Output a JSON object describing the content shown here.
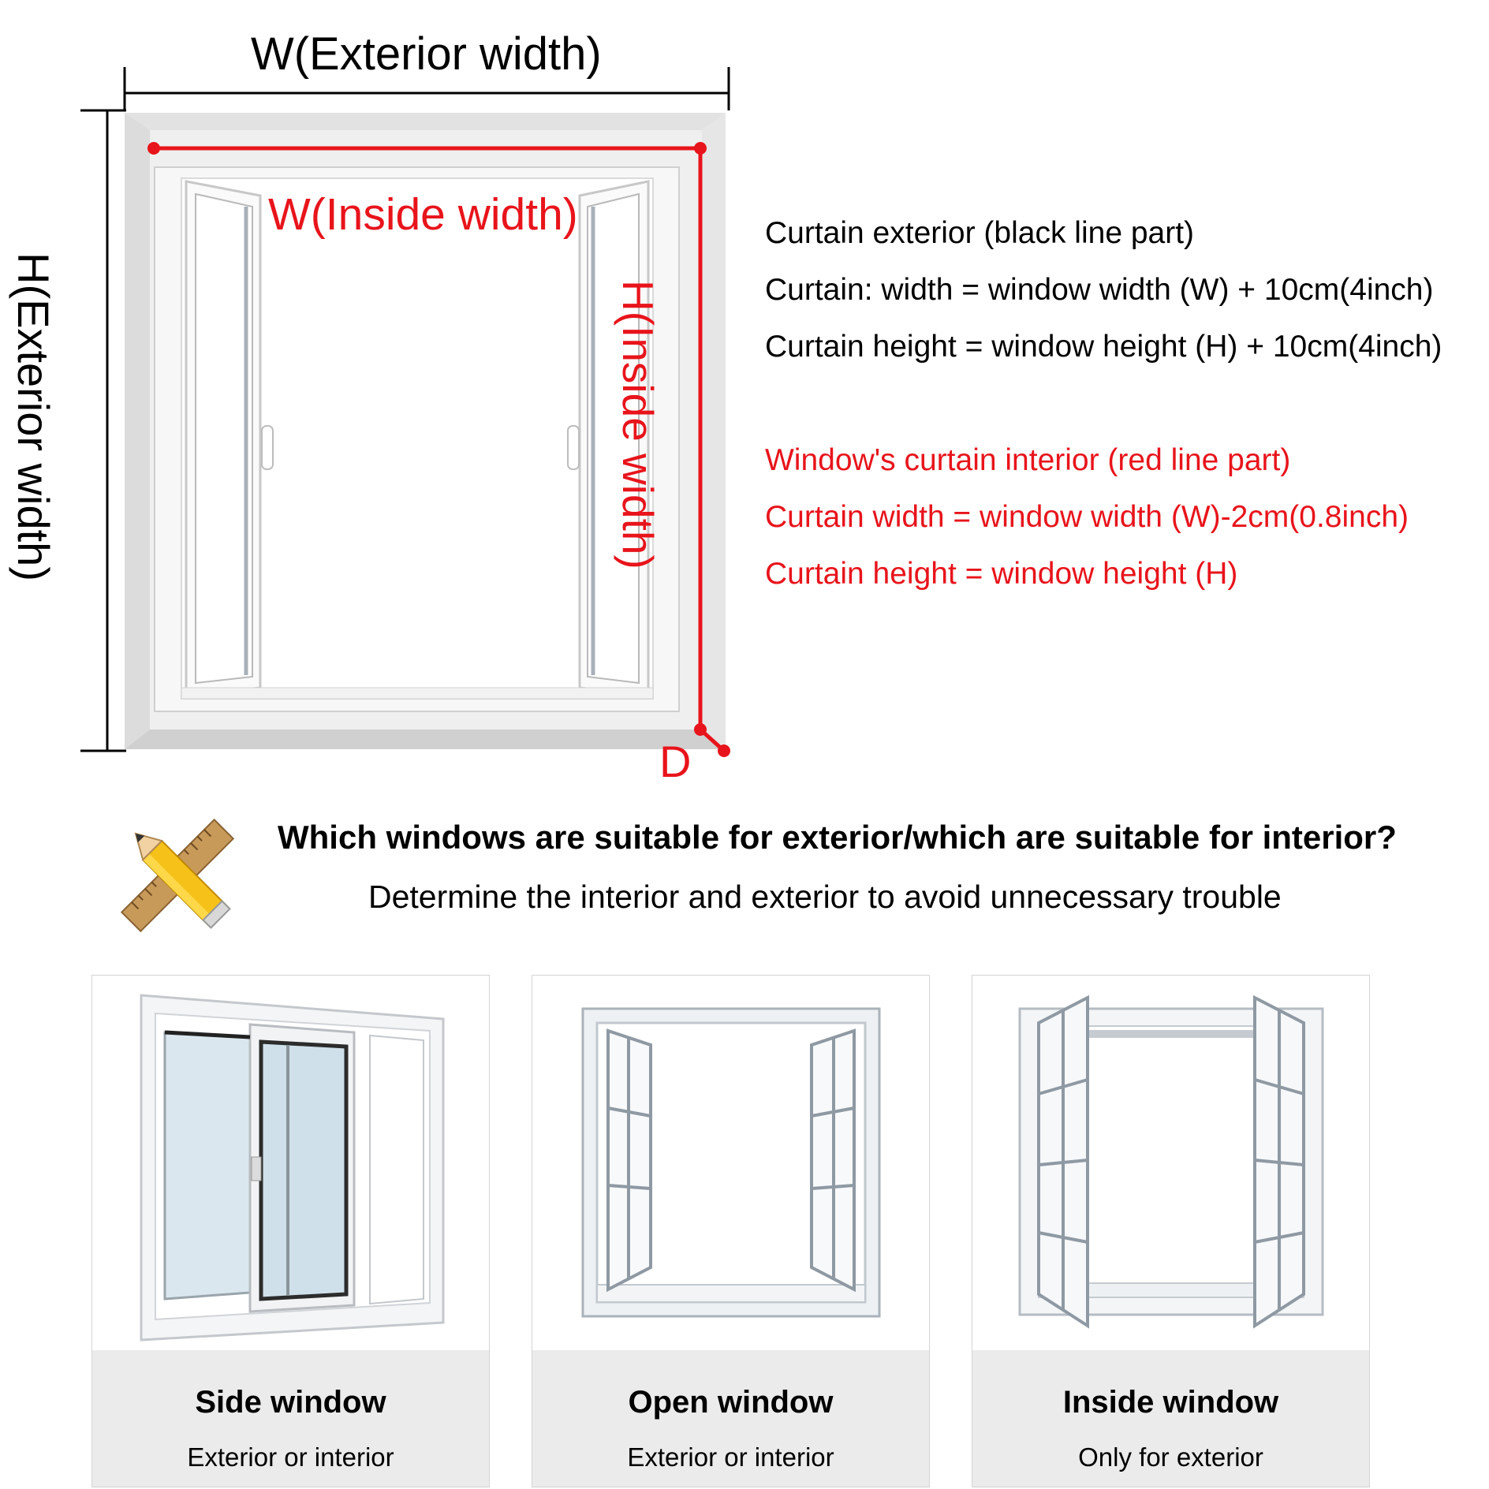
{
  "diagram": {
    "exterior_width_label": "W(Exterior width)",
    "exterior_height_label": "H(Exterior width)",
    "inside_width_label": "W(Inside width)",
    "inside_height_label": "H(Inside width)",
    "corner_label": "D",
    "accent_color": "#e8141b"
  },
  "exterior_notes": {
    "title": "Curtain exterior (black line part)",
    "line1": "Curtain: width = window width (W) + 10cm(4inch)",
    "line2": "Curtain height = window height (H) + 10cm(4inch)"
  },
  "interior_notes": {
    "title": "Window's curtain interior (red line part)",
    "line1": "Curtain width = window width (W)-2cm(0.8inch)",
    "line2": "Curtain height = window height (H)"
  },
  "question": {
    "icon": "ruler-pencil-icon",
    "title": "Which windows are suitable for exterior/which are suitable for interior?",
    "subtitle": "Determine the interior and exterior to avoid unnecessary trouble"
  },
  "window_types": [
    {
      "icon": "sliding-window-icon",
      "title": "Side window",
      "subtitle": "Exterior or interior"
    },
    {
      "icon": "open-window-icon",
      "title": "Open window",
      "subtitle": "Exterior or interior"
    },
    {
      "icon": "casement-window-icon",
      "title": "Inside window",
      "subtitle": "Only for exterior"
    }
  ]
}
